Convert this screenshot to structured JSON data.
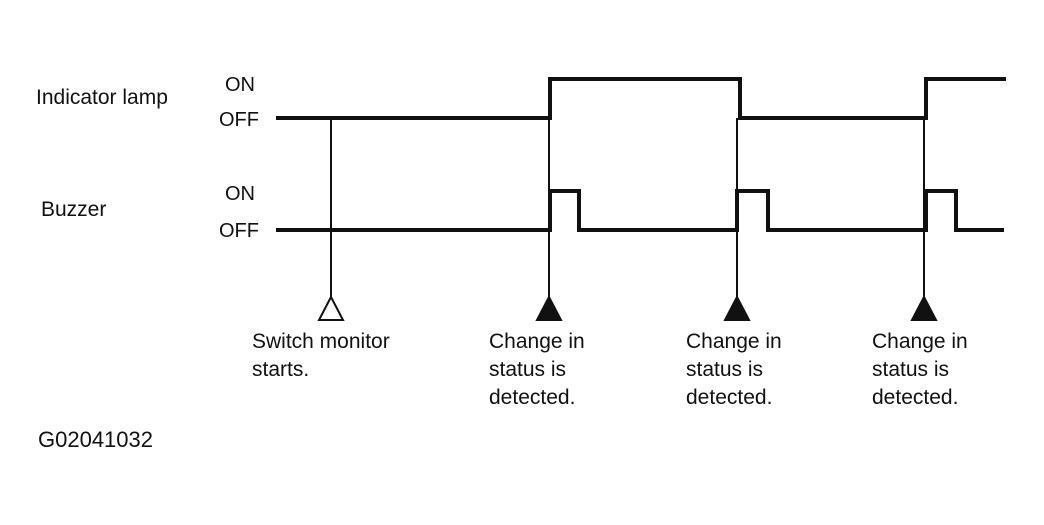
{
  "signals": {
    "indicator_label": "Indicator lamp",
    "buzzer_label": "Buzzer",
    "on_label": "ON",
    "off_label": "OFF"
  },
  "events": [
    {
      "type": "start",
      "marker": "hollow-triangle-icon",
      "lines": [
        "Switch monitor",
        "starts."
      ]
    },
    {
      "type": "change",
      "marker": "filled-triangle-icon",
      "lines": [
        "Change in",
        "status is",
        "detected."
      ]
    },
    {
      "type": "change",
      "marker": "filled-triangle-icon",
      "lines": [
        "Change in",
        "status is",
        "detected."
      ]
    },
    {
      "type": "change",
      "marker": "filled-triangle-icon",
      "lines": [
        "Change in",
        "status is",
        "detected."
      ]
    }
  ],
  "figure_code": "G02041032",
  "colors": {
    "line": "#111111",
    "background": "#ffffff"
  }
}
